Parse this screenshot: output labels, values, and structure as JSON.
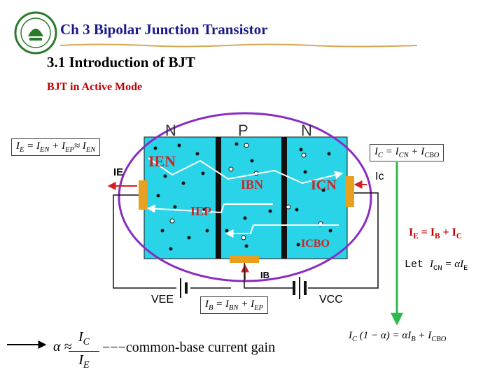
{
  "header": {
    "title": "Ch 3 Bipolar Junction Transistor"
  },
  "section": {
    "title": "3.1 Introduction of BJT"
  },
  "subsection": {
    "title": "BJT in Active Mode"
  },
  "regions": {
    "emitter": "N",
    "base": "P",
    "collector": "N"
  },
  "currents": {
    "ien": "IEN",
    "ibn": "IBN",
    "icn": "ICN",
    "iep": "IEP",
    "icbo": "ICBO",
    "ie_terminal": "IE",
    "ic_terminal": "Ic",
    "ib_terminal": "IB",
    "vee": "VEE",
    "vcc": "VCC"
  },
  "equations": {
    "ie_sum": {
      "lhs": "I",
      "lhs_sub": "E",
      "mid": " = I",
      "mid_sub": "EN",
      "plus": " + I",
      "plus_sub": "EP",
      "approx": "≈ I",
      "approx_sub": "EN"
    },
    "ic_sum": {
      "lhs": "I",
      "lhs_sub": "C",
      "mid": " = I",
      "mid_sub": "CN",
      "plus": " + I",
      "plus_sub": "CBO"
    },
    "ie_total": {
      "lhs": "I",
      "lhs_sub": "E",
      "mid": " = I",
      "mid_sub": "B",
      "plus": " + I",
      "plus_sub": "C"
    },
    "let": {
      "word": "Let ",
      "lhs": "I",
      "lhs_sub": "CN",
      "rhs": " = αI",
      "rhs_sub": "E"
    },
    "ib_sum": {
      "lhs": "I",
      "lhs_sub": "B",
      "mid": " = I",
      "mid_sub": "BN",
      "plus": " + I",
      "plus_sub": "EP"
    },
    "ic_final": {
      "lhs": "I",
      "lhs_sub": "C",
      "mid": " (1 − α) = αI",
      "mid_sub": "B",
      "plus": " + I",
      "plus_sub": "CBO"
    },
    "alpha": {
      "symbol": "α ≈",
      "num": "I",
      "num_sub": "C",
      "den": "I",
      "den_sub": "E",
      "label": "−−−common-base current gain"
    }
  },
  "colors": {
    "device": "#2ad4e8",
    "ellipse": "#8a2bc2",
    "arrow": "#2db84b",
    "red": "#d42020",
    "metal": "#e8a020"
  }
}
